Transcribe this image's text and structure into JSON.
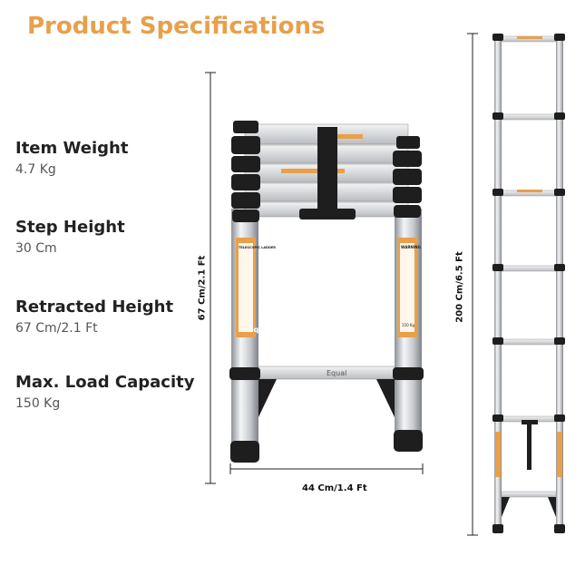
{
  "title": "Product Specifications",
  "specs": [
    {
      "label": "Item Weight",
      "value": "4.7 Kg"
    },
    {
      "label": "Step Height",
      "value": "30 Cm"
    },
    {
      "label": "Retracted Height",
      "value": "67 Cm/2.1 Ft"
    },
    {
      "label": "Max. Load Capacity",
      "value": "150 Kg"
    }
  ],
  "dimensions": {
    "retracted_height": "67 Cm/2.1 Ft",
    "width": "44 Cm/1.4 Ft",
    "extended_height": "200 Cm/6.5 Ft"
  },
  "ladder_labels": {
    "brand_left": "Equal",
    "brand_center": "Equal",
    "warning": "WARNING",
    "telescopic": "TELESCOPIC LADDER",
    "load": "150 Kg"
  },
  "colors": {
    "accent": "#e8a04a",
    "rail": "#c9ccd0",
    "black": "#1e1e1e"
  }
}
